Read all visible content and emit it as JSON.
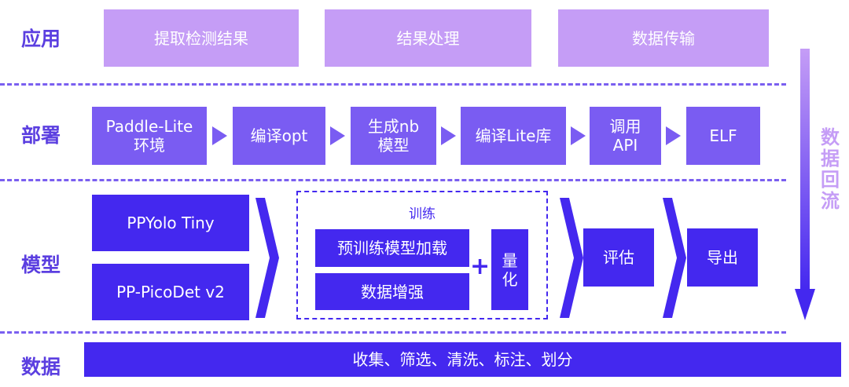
{
  "rows": {
    "app": "应用",
    "deploy": "部署",
    "model": "模型",
    "data": "数据"
  },
  "app_boxes": [
    "提取检测结果",
    "结果处理",
    "数据传输"
  ],
  "deploy_boxes": [
    "Paddle-Lite\n环境",
    "编译opt",
    "生成nb\n模型",
    "编译Lite库",
    "调用\nAPI",
    "ELF"
  ],
  "model": {
    "backbones": [
      "PPYolo Tiny",
      "PP-PicoDet v2"
    ],
    "train_title": "训练",
    "train_items": [
      "预训练模型加载",
      "数据增强"
    ],
    "plus": "+",
    "quantize": "量\n化",
    "evaluate": "评估",
    "export": "导出"
  },
  "data_bar": "收集、筛选、清洗、标注、划分",
  "feedback_label": "数\n据\n回\n流",
  "colors": {
    "app": "#c59df6",
    "deploy": "#7a5cf2",
    "model": "#4428ef",
    "label": "#5b3fe0",
    "feedback": "#c59df6"
  }
}
